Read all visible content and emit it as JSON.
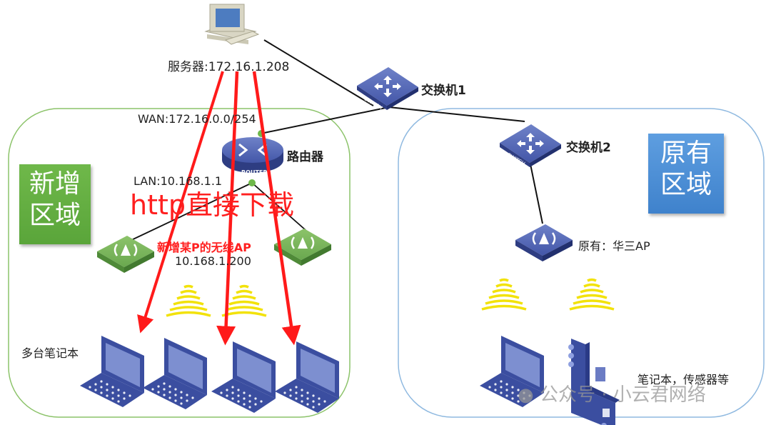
{
  "diagram": {
    "server": {
      "label": "服务器:172.16.1.208",
      "icon": "desktop-computer-icon"
    },
    "switch1": {
      "label": "交换机1",
      "icon": "switch-icon",
      "device_text": "SWITCH"
    },
    "switch2": {
      "label": "交换机2",
      "icon": "switch-icon",
      "device_text": "SWITCH"
    },
    "router": {
      "label": "路由器",
      "icon": "router-icon",
      "device_text": "ROUTER",
      "wan": "WAN:172.16.0.0/254",
      "lan": "LAN:10.168.1.1"
    },
    "new_zone": {
      "badge_line1": "新增",
      "badge_line2": "区域",
      "border_color": "#8cc36a",
      "badge_color": "#66b043",
      "http_label": "http直接下载",
      "ap_title": "新增某P的无线AP",
      "ap_ip": "10.168.1.200",
      "laptops_label": "多台笔记本",
      "laptop_count": 4
    },
    "old_zone": {
      "badge_line1": "原有",
      "badge_line2": "区域",
      "border_color": "#8fb9e0",
      "badge_color": "#4a8fd6",
      "ap_label": "原有：华三AP",
      "devices_label": "笔记本，传感器等"
    },
    "colors": {
      "arrow": "#ff1a1a",
      "device_blue": "#3b4ea0",
      "ap_green": "#6aa84f",
      "signal_yellow": "#f2e20a",
      "link": "#111111"
    },
    "watermark": "● 公众号 · 小云君网络"
  }
}
